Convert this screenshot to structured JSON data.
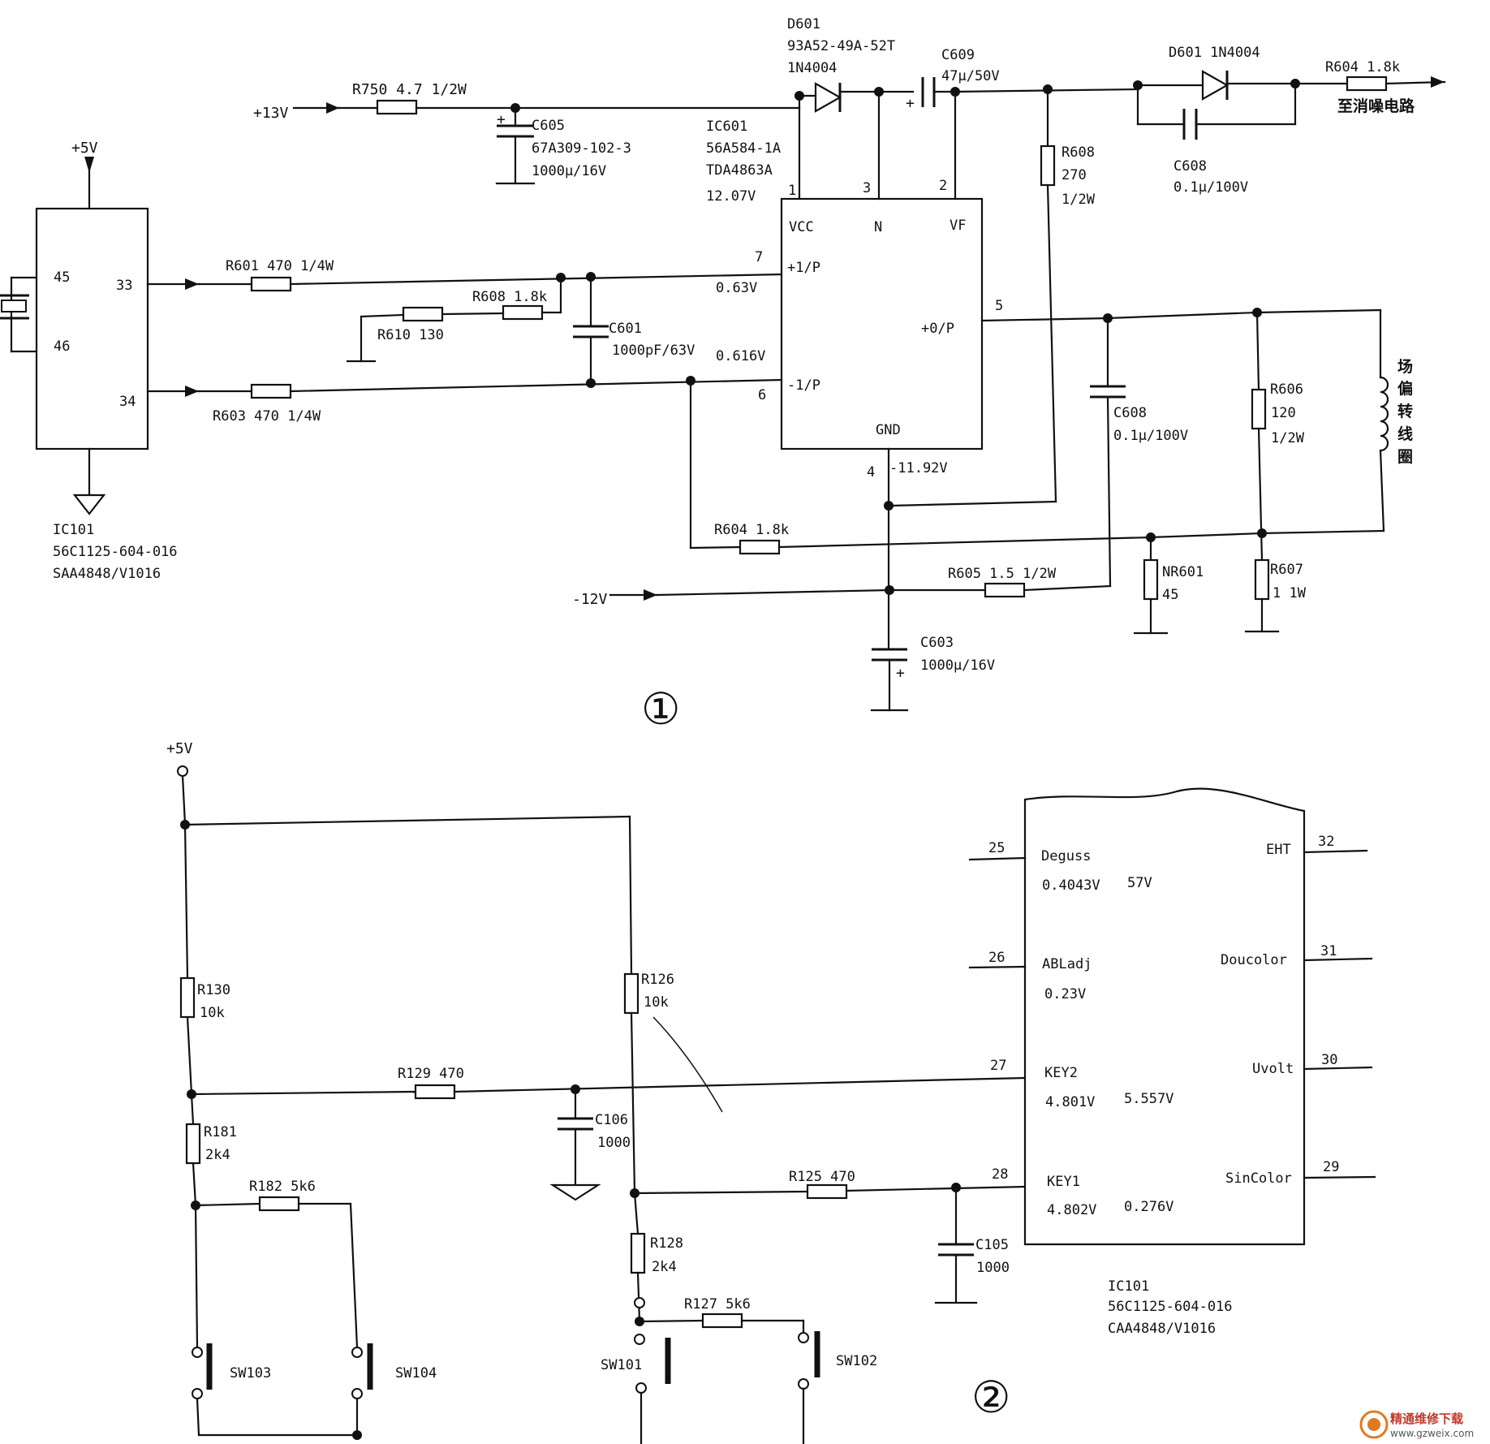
{
  "circuit1": {
    "number": "①",
    "supply_plus13": "+13V",
    "supply_plus5": "+5V",
    "supply_minus12": "-12V",
    "r750": "R750 4.7 1/2W",
    "c605": {
      "ref": "C605",
      "part": "67A309-102-3",
      "value": "1000µ/16V"
    },
    "d601_top": {
      "ref": "D601",
      "part": "93A52-49A-52T",
      "type": "1N4004"
    },
    "c609": {
      "ref": "C609",
      "value": "47µ/50V"
    },
    "d601_right": "D601 1N4004",
    "r604_out": "R604 1.8k",
    "output_label": "至消噪电路",
    "c608_top": {
      "ref": "C608",
      "value": "0.1µ/100V"
    },
    "r608_right": {
      "ref": "R608",
      "value": "270",
      "power": "1/2W"
    },
    "ic601": {
      "ref": "IC601",
      "part": "56A584-1A",
      "type": "TDA4863A",
      "voltage": "12.07V",
      "pins": {
        "vcc": "VCC",
        "n": "N",
        "vf": "VF",
        "pos_in": "+1/P",
        "neg_in": "-1/P",
        "out": "+0/P",
        "gnd": "GND"
      },
      "pin_nums": {
        "p1": "1",
        "p2": "2",
        "p3": "3",
        "p4": "4",
        "p5": "5",
        "p6": "6",
        "p7": "7"
      },
      "v_pin7": "0.63V",
      "v_pin6": "0.616V",
      "v_pin4": "-11.92V"
    },
    "ic101": {
      "ref": "IC101",
      "part": "56C1125-604-016",
      "type": "SAA4848/V1016",
      "pins": {
        "p45": "45",
        "p46": "46",
        "p33": "33",
        "p34": "34"
      }
    },
    "r601": "R601 470 1/4W",
    "r603": "R603 470 1/4W",
    "r608_left": "R608 1.8k",
    "r610": "R610 130",
    "c601": {
      "ref": "C601",
      "value": "1000pF/63V"
    },
    "c608_mid": {
      "ref": "C608",
      "value": "0.1µ/100V"
    },
    "r606": {
      "ref": "R606",
      "value": "120",
      "power": "1/2W"
    },
    "yoke_label": [
      "场",
      "偏",
      "转",
      "线",
      "圈"
    ],
    "r604_fb": "R604 1.8k",
    "r605": "R605 1.5 1/2W",
    "nr601": {
      "ref": "NR601",
      "value": "45"
    },
    "r607": {
      "ref": "R607",
      "value": "1 1W"
    },
    "c603": {
      "ref": "C603",
      "value": "1000µ/16V"
    }
  },
  "circuit2": {
    "number": "②",
    "supply": "+5V",
    "r130": {
      "ref": "R130",
      "value": "10k"
    },
    "r126": {
      "ref": "R126",
      "value": "10k"
    },
    "r129": "R129 470",
    "c106": {
      "ref": "C106",
      "value": "1000"
    },
    "r181": {
      "ref": "R181",
      "value": "2k4"
    },
    "r182": "R182 5k6",
    "r125": "R125 470",
    "c105": {
      "ref": "C105",
      "value": "1000"
    },
    "r128": {
      "ref": "R128",
      "value": "2k4"
    },
    "r127": "R127 5k6",
    "switches": {
      "sw101": "SW101",
      "sw102": "SW102",
      "sw103": "SW103",
      "sw104": "SW104"
    },
    "ic101": {
      "ref": "IC101",
      "part": "56C1125-604-016",
      "type": "CAA4848/V1016",
      "left_pins": [
        {
          "num": "25",
          "name": "Deguss",
          "v1": "0.4043V",
          "v2": "57V"
        },
        {
          "num": "26",
          "name": "ABLadj",
          "v1": "0.23V",
          "v2": ""
        },
        {
          "num": "27",
          "name": "KEY2",
          "v1": "4.801V",
          "v2": "5.557V"
        },
        {
          "num": "28",
          "name": "KEY1",
          "v1": "4.802V",
          "v2": "0.276V"
        }
      ],
      "right_pins": [
        {
          "num": "32",
          "name": "EHT"
        },
        {
          "num": "31",
          "name": "Doucolor"
        },
        {
          "num": "30",
          "name": "Uvolt"
        },
        {
          "num": "29",
          "name": "SinColor"
        }
      ]
    }
  },
  "watermark": {
    "site_name": "精通维修下载",
    "url": "www.gzweix.com"
  }
}
